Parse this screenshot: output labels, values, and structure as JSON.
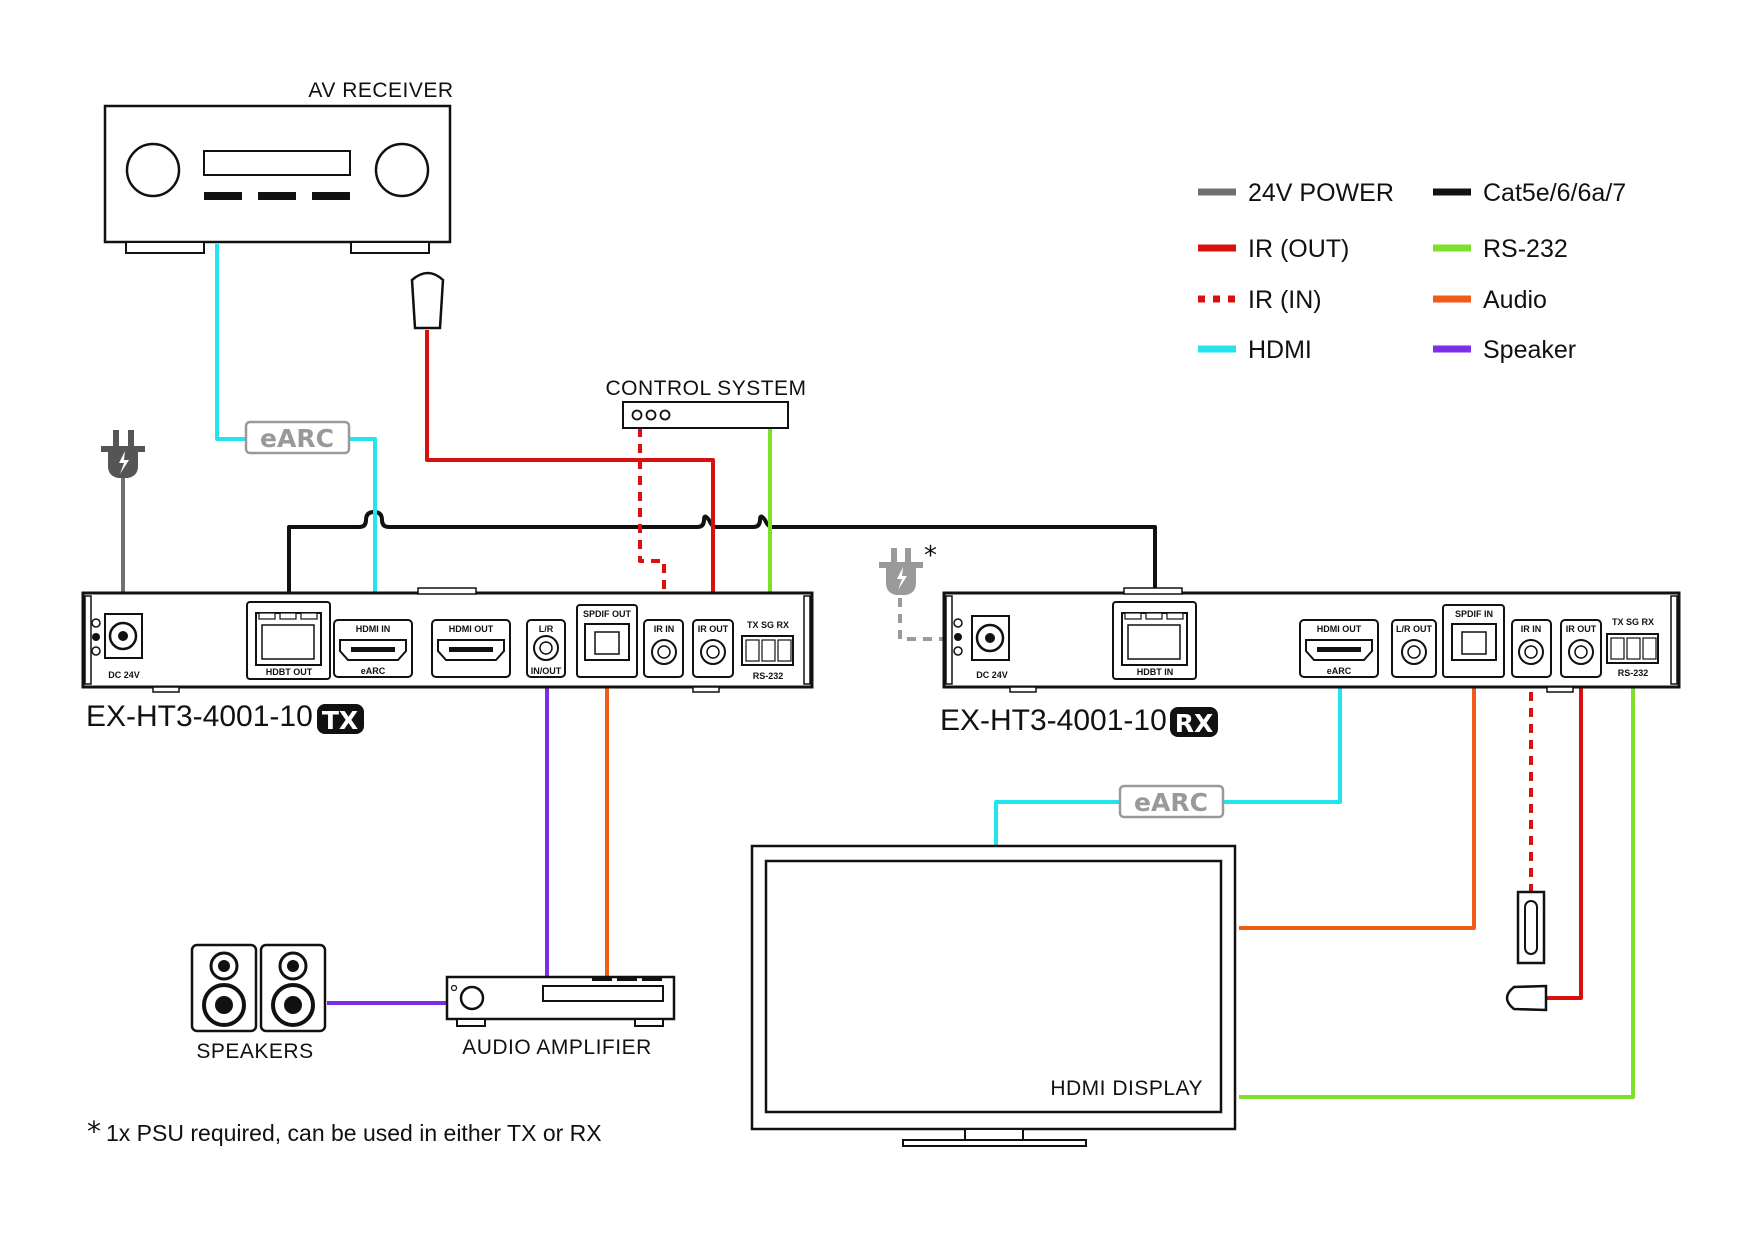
{
  "legend": [
    {
      "label": "24V POWER",
      "color": "#707070",
      "style": "solid"
    },
    {
      "label": "Cat5e/6/6a/7",
      "color": "#111111",
      "style": "solid"
    },
    {
      "label": "IR (OUT)",
      "color": "#d81010",
      "style": "solid"
    },
    {
      "label": "RS-232",
      "color": "#7ee02a",
      "style": "solid"
    },
    {
      "label": "IR (IN)",
      "color": "#d81010",
      "style": "dashed"
    },
    {
      "label": "Audio",
      "color": "#f25a1a",
      "style": "solid"
    },
    {
      "label": "HDMI",
      "color": "#22e3ee",
      "style": "solid"
    },
    {
      "label": "Speaker",
      "color": "#7a2ee8",
      "style": "solid"
    }
  ],
  "devices": {
    "av_receiver": "AV RECEIVER",
    "control_system": "CONTROL SYSTEM",
    "speakers": "SPEAKERS",
    "audio_amplifier": "AUDIO AMPLIFIER",
    "hdmi_display": "HDMI DISPLAY"
  },
  "earc_badge": "eARC",
  "tx": {
    "model": "EX-HT3-4001-10",
    "badge": "TX",
    "ports": {
      "dc": "DC 24V",
      "hdbt": "HDBT OUT",
      "hdmi_in": "HDMI IN",
      "hdmi_in_sub": "eARC",
      "hdmi_out": "HDMI OUT",
      "lr": "L/R",
      "lr_sub": "IN/OUT",
      "spdif": "SPDIF OUT",
      "ir_in": "IR IN",
      "ir_out": "IR OUT",
      "rs232_top": "TX SG RX",
      "rs232": "RS-232"
    }
  },
  "rx": {
    "model": "EX-HT3-4001-10",
    "badge": "RX",
    "ports": {
      "dc": "DC 24V",
      "hdbt": "HDBT IN",
      "hdmi_out": "HDMI OUT",
      "hdmi_out_sub": "eARC",
      "lr_out": "L/R OUT",
      "spdif": "SPDIF IN",
      "ir_in": "IR IN",
      "ir_out": "IR OUT",
      "rs232_top": "TX SG RX",
      "rs232": "RS-232"
    }
  },
  "psu_asterisk": "*",
  "footnote": {
    "star": "*",
    "text": "1x PSU required, can be used in either TX or RX"
  },
  "colors": {
    "power": "#707070",
    "cat": "#111111",
    "ir": "#d81010",
    "hdmi": "#22e3ee",
    "rs232": "#7ee02a",
    "audio": "#f25a1a",
    "speaker": "#7a2ee8",
    "psu_optional": "#9a9a9a"
  }
}
